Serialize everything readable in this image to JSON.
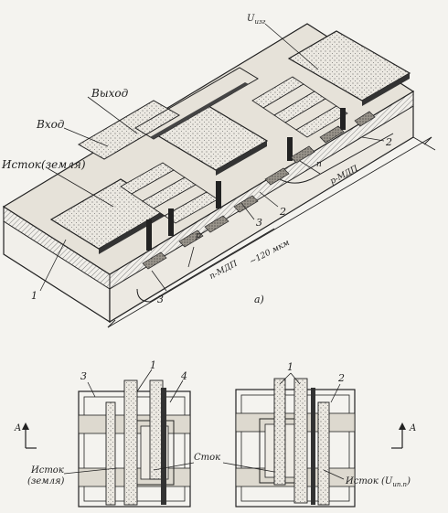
{
  "figure_a": {
    "caption": "а)",
    "labels": {
      "vdd": "U",
      "vdd_sub": "изг",
      "output": "Выход",
      "input": "Вход",
      "source_ground": "Исток(земля)",
      "p_mdp": "p-МДП",
      "n_mdp": "n-МДП",
      "p_region": "n",
      "n_region": "p",
      "width": "~120 мкм"
    },
    "callouts": [
      "1",
      "2",
      "2",
      "3",
      "3"
    ]
  },
  "figure_b": {
    "left": {
      "axis_label": "A",
      "callouts": [
        "3",
        "1",
        "4"
      ],
      "source_label_line1": "Исток",
      "source_label_line2": "(земля)"
    },
    "right": {
      "axis_label": "A",
      "callouts": [
        "1",
        "2"
      ],
      "source_label": "Исток (U",
      "source_sub": "ип.п",
      "source_close": ")"
    },
    "shared_label": "Сток"
  },
  "colors": {
    "ink": "#1d1d1d",
    "paper": "#f4f3ef",
    "metal": "#e9e6df",
    "oxide": "#cfcac0"
  }
}
